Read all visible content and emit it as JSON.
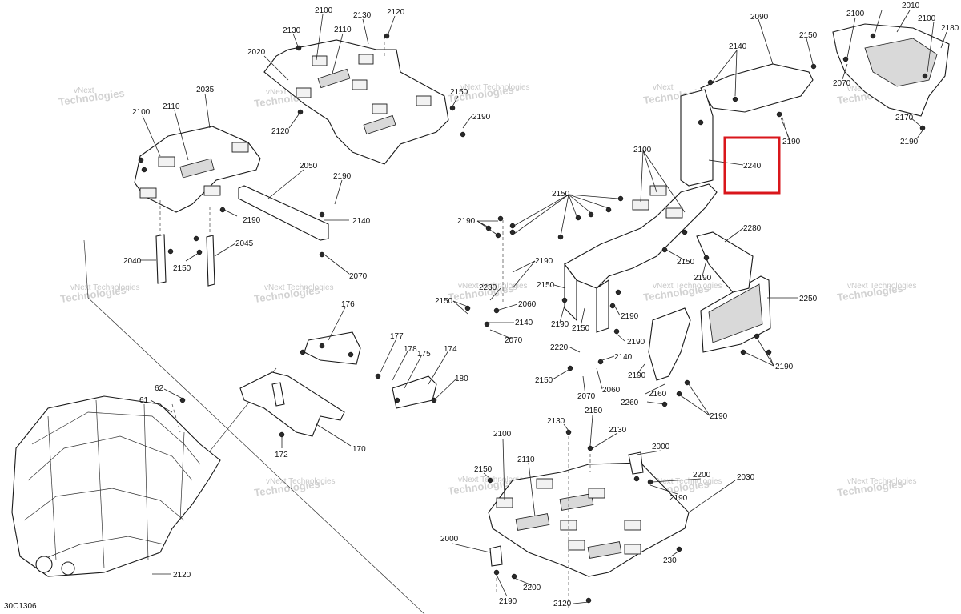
{
  "diagram": {
    "reference_code": "30C1306",
    "watermark": {
      "line1": "vNext",
      "line2": "Technologies",
      "full": "vNext Technologies"
    },
    "highlight_color": "#d9161b",
    "highlighted_part": "2240",
    "labels": [
      "2100",
      "2130",
      "2120",
      "2110",
      "2020",
      "2130",
      "2150",
      "2190",
      "2120",
      "2100",
      "2110",
      "2035",
      "2050",
      "2190",
      "2190",
      "2140",
      "2070",
      "2040",
      "2045",
      "2150",
      "176",
      "177",
      "178",
      "175",
      "174",
      "180",
      "170",
      "172",
      "62",
      "61",
      "2120",
      "2090",
      "2150",
      "2140",
      "2190",
      "2100",
      "2010",
      "2100",
      "2180",
      "2070",
      "2170",
      "2190",
      "2240",
      "2100",
      "2150",
      "2190",
      "2190",
      "2150",
      "2230",
      "2150",
      "2060",
      "2140",
      "2070",
      "2190",
      "2280",
      "2150",
      "2190",
      "2190",
      "2150",
      "2190",
      "2250",
      "2220",
      "2140",
      "2150",
      "2190",
      "2060",
      "2070",
      "2160",
      "2260",
      "2190",
      "2190",
      "2130",
      "2150",
      "2100",
      "2130",
      "2000",
      "2150",
      "2110",
      "2200",
      "2030",
      "2190",
      "2000",
      "230",
      "2200",
      "2190",
      "2120"
    ]
  }
}
